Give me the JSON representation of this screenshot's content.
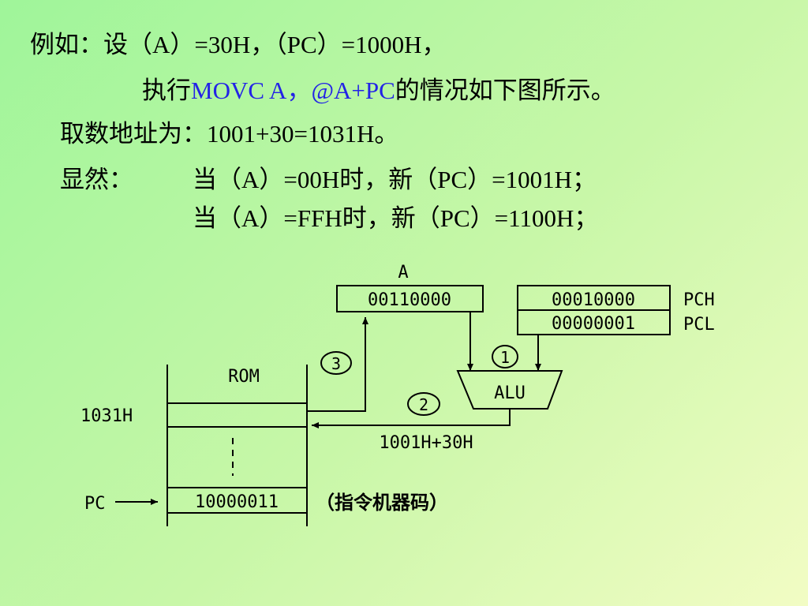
{
  "text": {
    "line1": "例如：设（A）=30H，（PC）=1000H，",
    "line2_prefix": "执行",
    "line2_instr": "MOVC  A，@A+PC",
    "line2_suffix": "的情况如下图所示。",
    "line3": "取数地址为：1001+30=1031H。",
    "line4_label": "显然：",
    "line4_case1": "当（A）=00H时，新（PC）=1001H；",
    "line5_case2": "当（A）=FFH时，新（PC）=1100H；"
  },
  "diagram": {
    "a_label": "A",
    "a_value": "00110000",
    "pch_value": "00010000",
    "pcl_value": "00000001",
    "pch_label": "PCH",
    "pcl_label": "PCL",
    "alu_label": "ALU",
    "step1": "①",
    "step2": "②",
    "step3": "③",
    "rom_label": "ROM",
    "addr_label": "1031H",
    "calc_label": "1001H+30H",
    "pc_label": "PC",
    "rom_code": "10000011",
    "code_note": "（指令机器码）"
  }
}
